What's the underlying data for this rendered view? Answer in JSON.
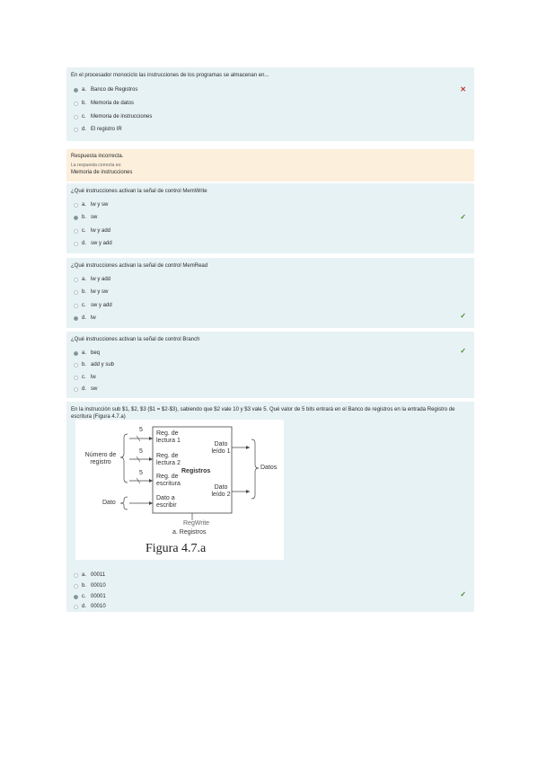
{
  "questions": [
    {
      "text": "En el procesador monociclo las instrucciones de los programas se almacenan en...",
      "options": [
        {
          "letter": "a.",
          "label": "Banco de Registros",
          "selected": true
        },
        {
          "letter": "b.",
          "label": "Memoria de datos",
          "selected": false
        },
        {
          "letter": "c.",
          "label": "Memoria de instrucciones",
          "selected": false
        },
        {
          "letter": "d.",
          "label": "El registro IR",
          "selected": false
        }
      ],
      "mark": "incorrect"
    },
    {
      "text": "¿Qué instrucciones activan la señal de control MemWrite",
      "options": [
        {
          "letter": "a.",
          "label": "lw y sw",
          "selected": false
        },
        {
          "letter": "b.",
          "label": "sw",
          "selected": true
        },
        {
          "letter": "c.",
          "label": "lw y add",
          "selected": false
        },
        {
          "letter": "d.",
          "label": "sw y add",
          "selected": false
        }
      ],
      "mark": "correct"
    },
    {
      "text": "¿Qué instrucciones activan la señal de control MemRead",
      "options": [
        {
          "letter": "a.",
          "label": "lw y add",
          "selected": false
        },
        {
          "letter": "b.",
          "label": "lw y sw",
          "selected": false
        },
        {
          "letter": "c.",
          "label": "sw y add",
          "selected": false
        },
        {
          "letter": "d.",
          "label": "lw",
          "selected": true
        }
      ],
      "mark": "correct"
    },
    {
      "text": "¿Qué instrucciones activan la señal de control Branch",
      "options": [
        {
          "letter": "a.",
          "label": "beq",
          "selected": true
        },
        {
          "letter": "b.",
          "label": "add y sub",
          "selected": false
        },
        {
          "letter": "c.",
          "label": "lw",
          "selected": false
        },
        {
          "letter": "d.",
          "label": "sw",
          "selected": false
        }
      ],
      "mark": "correct"
    },
    {
      "text": "En la instrucción sub $1, $2, $3 ($1 = $2-$3), sabiendo que $2 vale 10 y $3 vale 5. Qué valor de 5 bits entrará en el Banco de registros en la entrada Registro de escritura (Figura 4.7.a)",
      "options": [
        {
          "letter": "a.",
          "label": "00011",
          "selected": false
        },
        {
          "letter": "b.",
          "label": "00010",
          "selected": false
        },
        {
          "letter": "c.",
          "label": "00001",
          "selected": true
        },
        {
          "letter": "d.",
          "label": "00010",
          "selected": false
        }
      ],
      "mark": "correct"
    }
  ],
  "feedback": {
    "title": "Respuesta incorrecta.",
    "subtitle": "La respuesta correcta es:",
    "answer": "Memoria de instrucciones"
  },
  "figure": {
    "num1": "5",
    "reg_lectura1": "Reg. de lectura 1",
    "num2": "5",
    "reg_lectura2": "Reg. de lectura 2",
    "numero_registro": "Número de registro",
    "registros": "Registros",
    "num3": "5",
    "reg_escritura": "Reg. de escritura",
    "dato_leido1": "Dato leído 1",
    "dato_leido2": "Dato leído 2",
    "datos": "Datos",
    "dato": "Dato",
    "dato_escribir": "Dato a escribir",
    "regwrite": "RegWrite",
    "sub_caption": "a. Registros",
    "caption": "Figura 4.7.a"
  },
  "icons": {
    "correct": "check-icon",
    "incorrect": "x-icon"
  },
  "colors": {
    "card": "#e7f2f5",
    "feedback": "#fcefdc",
    "correct": "#4a8a2a",
    "incorrect": "#c0392b"
  }
}
